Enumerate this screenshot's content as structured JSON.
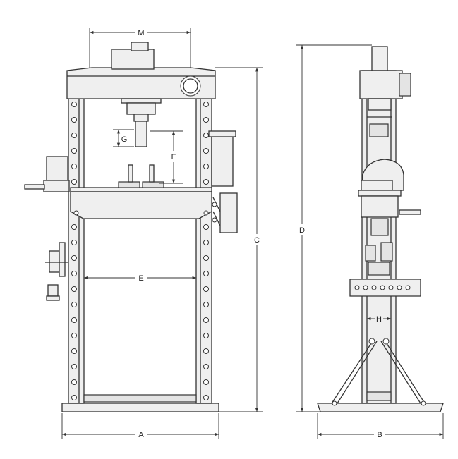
{
  "dimension_labels": {
    "A": "A",
    "B": "B",
    "C": "C",
    "D": "D",
    "E": "E",
    "F": "F",
    "G": "G",
    "H": "H",
    "M": "M"
  }
}
